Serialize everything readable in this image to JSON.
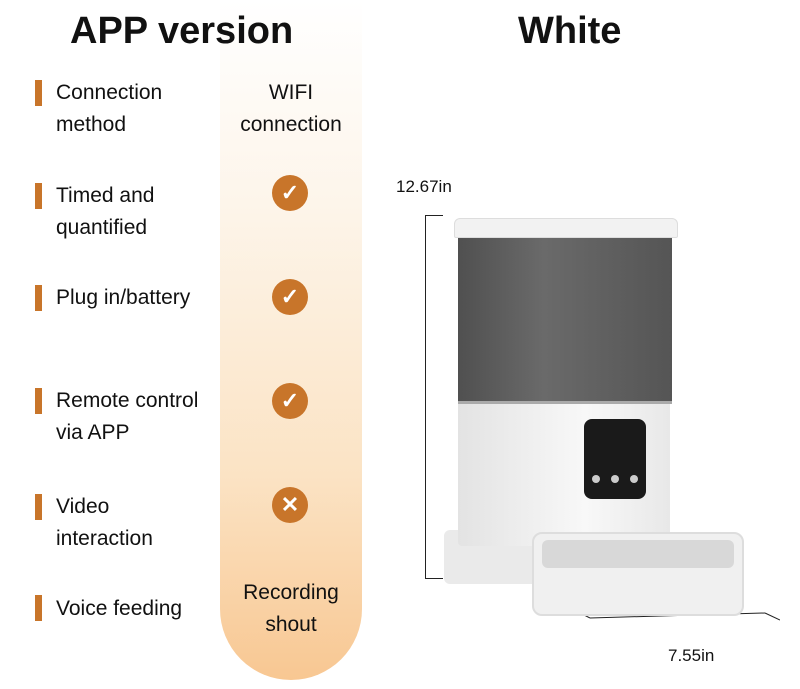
{
  "headers": {
    "left": "APP version",
    "right": "White"
  },
  "features": [
    {
      "label": "Connection\nmethod",
      "value": "WIFI\nconnection",
      "icon": null
    },
    {
      "label": "Timed and\nquantified",
      "value": null,
      "icon": "check-icon"
    },
    {
      "label": "Plug in/battery",
      "value": null,
      "icon": "check-icon"
    },
    {
      "label": "Remote control\nvia APP",
      "value": null,
      "icon": "check-icon"
    },
    {
      "label": "Video\ninteraction",
      "value": null,
      "icon": "cross-icon"
    },
    {
      "label": "Voice feeding",
      "value": "Recording\nshout",
      "icon": null
    }
  ],
  "dimensions": {
    "height": "12.67in",
    "width": "7.55in"
  },
  "colors": {
    "accent": "#c8752a"
  }
}
